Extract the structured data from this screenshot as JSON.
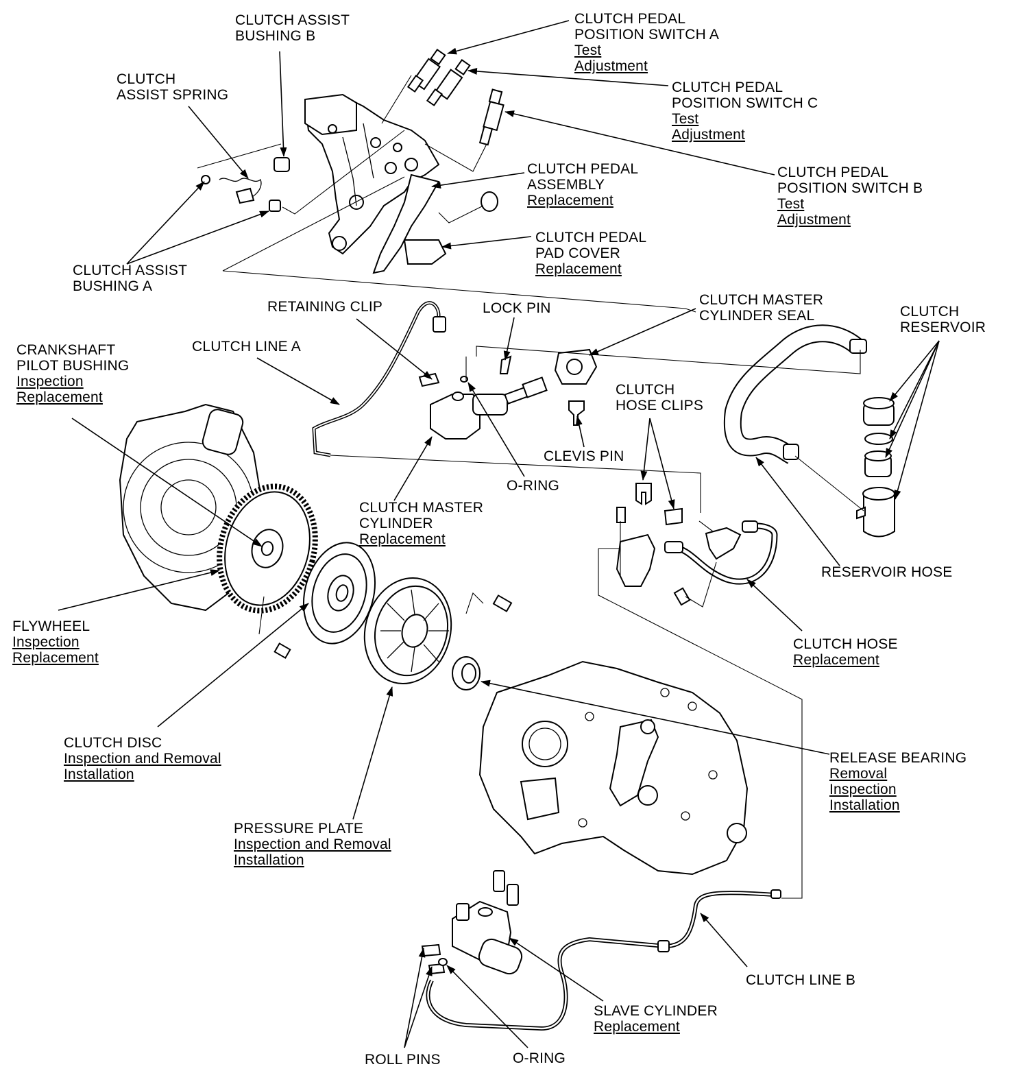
{
  "labels": {
    "clutch_assist_bushing_b": {
      "lines": [
        "CLUTCH ASSIST",
        "BUSHING B"
      ]
    },
    "clutch_pedal_position_switch_a": {
      "lines": [
        "CLUTCH PEDAL",
        "POSITION SWITCH A"
      ],
      "links": [
        "Test",
        "Adjustment"
      ]
    },
    "clutch_assist_spring": {
      "lines": [
        "CLUTCH",
        "ASSIST SPRING"
      ]
    },
    "clutch_pedal_position_switch_c": {
      "lines": [
        "CLUTCH PEDAL",
        "POSITION SWITCH C"
      ],
      "links": [
        "Test",
        "Adjustment"
      ]
    },
    "clutch_pedal_assembly": {
      "lines": [
        "CLUTCH PEDAL",
        "ASSEMBLY"
      ],
      "links": [
        "Replacement"
      ]
    },
    "clutch_pedal_position_switch_b": {
      "lines": [
        "CLUTCH PEDAL",
        "POSITION SWITCH B"
      ],
      "links": [
        "Test",
        "Adjustment"
      ]
    },
    "clutch_pedal_pad_cover": {
      "lines": [
        "CLUTCH PEDAL",
        "PAD COVER"
      ],
      "links": [
        "Replacement"
      ]
    },
    "clutch_assist_bushing_a": {
      "lines": [
        "CLUTCH ASSIST",
        "BUSHING A"
      ]
    },
    "retaining_clip": {
      "lines": [
        "RETAINING CLIP"
      ]
    },
    "lock_pin": {
      "lines": [
        "LOCK PIN"
      ]
    },
    "clutch_master_cylinder_seal": {
      "lines": [
        "CLUTCH MASTER",
        "CYLINDER SEAL"
      ]
    },
    "clutch_reservoir": {
      "lines": [
        "CLUTCH",
        "RESERVOIR"
      ]
    },
    "crankshaft_pilot_bushing": {
      "lines": [
        "CRANKSHAFT",
        "PILOT BUSHING"
      ],
      "links": [
        "Inspection",
        "Replacement"
      ]
    },
    "clutch_line_a": {
      "lines": [
        "CLUTCH LINE A"
      ]
    },
    "clutch_hose_clips": {
      "lines": [
        "CLUTCH",
        "HOSE CLIPS"
      ]
    },
    "clevis_pin": {
      "lines": [
        "CLEVIS PIN"
      ]
    },
    "o_ring_upper": {
      "lines": [
        "O-RING"
      ]
    },
    "clutch_master_cylinder": {
      "lines": [
        "CLUTCH MASTER",
        "CYLINDER"
      ],
      "links": [
        "Replacement"
      ]
    },
    "reservoir_hose": {
      "lines": [
        "RESERVOIR HOSE"
      ]
    },
    "flywheel": {
      "lines": [
        "FLYWHEEL"
      ],
      "links": [
        "Inspection",
        "Replacement"
      ]
    },
    "clutch_hose": {
      "lines": [
        "CLUTCH HOSE"
      ],
      "links": [
        "Replacement"
      ]
    },
    "clutch_disc": {
      "lines": [
        "CLUTCH DISC"
      ],
      "links": [
        "Inspection and Removal",
        "Installation"
      ]
    },
    "release_bearing": {
      "lines": [
        "RELEASE BEARING"
      ],
      "links": [
        "Removal",
        "Inspection",
        "Installation"
      ]
    },
    "pressure_plate": {
      "lines": [
        "PRESSURE PLATE"
      ],
      "links": [
        "Inspection and Removal",
        "Installation"
      ]
    },
    "clutch_line_b": {
      "lines": [
        "CLUTCH LINE B"
      ]
    },
    "slave_cylinder": {
      "lines": [
        "SLAVE CYLINDER"
      ],
      "links": [
        "Replacement"
      ]
    },
    "roll_pins": {
      "lines": [
        "ROLL PINS"
      ]
    },
    "o_ring_lower": {
      "lines": [
        "O-RING"
      ]
    }
  }
}
